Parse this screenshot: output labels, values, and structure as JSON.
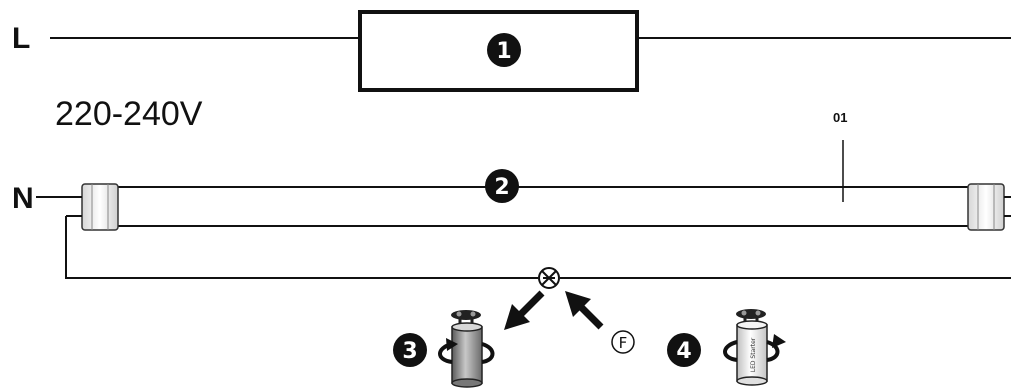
{
  "labels": {
    "line": "L",
    "neutral": "N",
    "voltage": "220-240V",
    "tube_code": "01",
    "fuse_mark": "F"
  },
  "markers": {
    "ballast": "1",
    "tube": "2",
    "remove_starter": "3",
    "insert_led_starter": "4"
  },
  "icons": {
    "starter_symbol": "starter-x-icon",
    "arrow_out": "arrow-down-left-icon",
    "arrow_in": "arrow-up-left-icon",
    "old_starter": "starter-canister-icon",
    "led_starter": "led-starter-icon",
    "rotate": "rotate-arrow-icon"
  },
  "starter_text": "LED Starter"
}
